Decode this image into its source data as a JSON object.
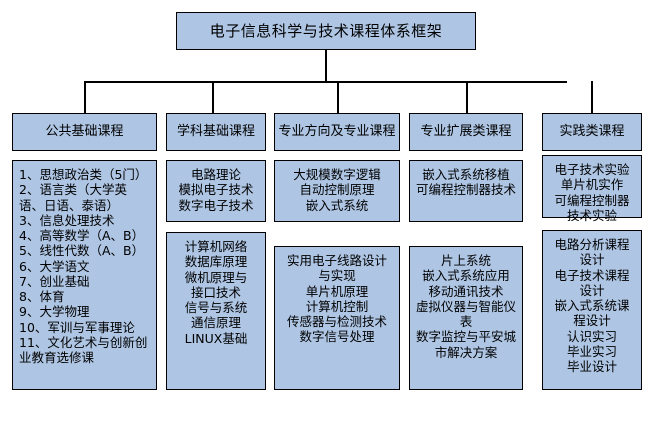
{
  "diagram": {
    "title": "电子信息科学与技术课程体系框架",
    "colors": {
      "box_fill": "#aec5e3",
      "box_border": "#000000",
      "background": "#ffffff",
      "text": "#000000"
    },
    "columns": [
      {
        "header": "公共基础课程",
        "boxes": [
          {
            "align": "left",
            "text": "1、思想政治类（5门）\n2、语言类（大学英语、日语、泰语）\n3、信息处理技术\n4、高等数学（A、B）\n5、线性代数（A、B）\n6、大学语文\n7、创业基础\n8、体育\n9、大学物理\n10、军训与军事理论\n11、文化艺术与创新创业教育选修课"
          }
        ]
      },
      {
        "header": "学科基础课程",
        "boxes": [
          {
            "align": "center",
            "text": "电路理论\n模拟电子技术\n数字电子技术"
          },
          {
            "align": "center",
            "text": "计算机网络\n数据库原理\n微机原理与\n接口技术\n信号与系统\n通信原理\nLINUX基础"
          }
        ]
      },
      {
        "header": "专业方向及专业课程",
        "boxes": [
          {
            "align": "center",
            "text": "大规模数字逻辑\n自动控制原理\n嵌入式系统"
          },
          {
            "align": "center",
            "text": "实用电子线路设计与实现\n单片机原理\n计算机控制\n传感器与检测技术\n数字信号处理"
          }
        ]
      },
      {
        "header": "专业扩展类课程",
        "boxes": [
          {
            "align": "center",
            "text": "嵌入式系统移植\n可编程控制器技术"
          },
          {
            "align": "center",
            "text": "片上系统\n嵌入式系统应用\n移动通讯技术\n虚拟仪器与智能仪表\n数字监控与平安城市解决方案"
          }
        ]
      },
      {
        "header": "实践类课程",
        "boxes": [
          {
            "align": "center",
            "text": "电子技术实验\n单片机实作\n可编程控制器\n技术实验"
          },
          {
            "align": "center",
            "text": "电路分析课程设计\n电子技术课程设计\n嵌入式系统课程设计\n认识实习\n毕业实习\n毕业设计"
          }
        ]
      }
    ]
  }
}
